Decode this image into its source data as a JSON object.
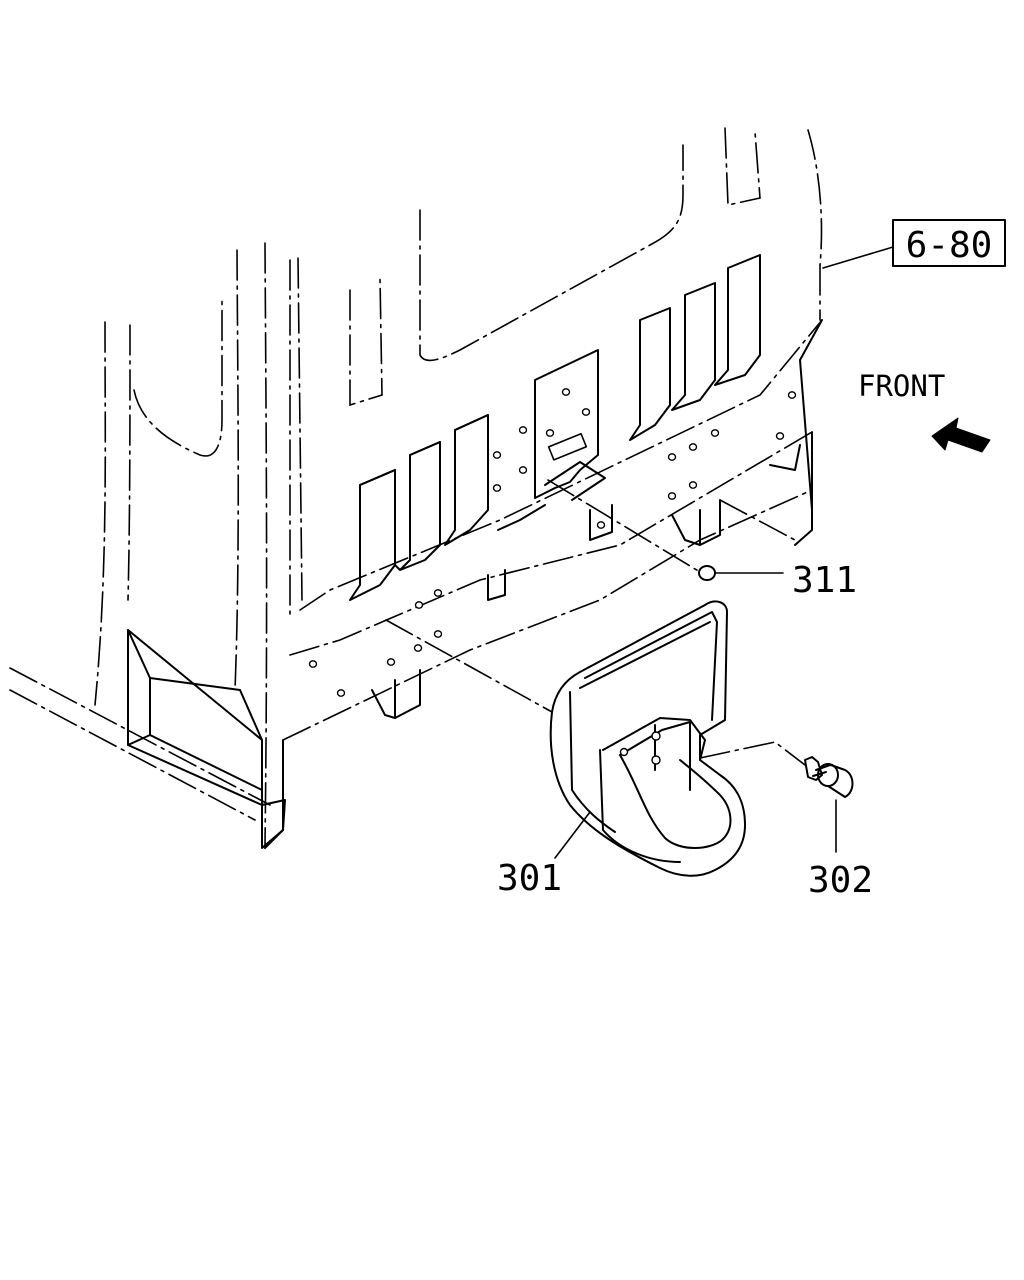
{
  "callouts": {
    "ref_page": "6-80",
    "part_311": "311",
    "part_301": "301",
    "part_302": "302"
  },
  "orientation": {
    "front_label": "FRONT",
    "arrow_icon": "front-direction-arrow-icon"
  },
  "colors": {
    "line": "#000000",
    "background": "#ffffff"
  }
}
